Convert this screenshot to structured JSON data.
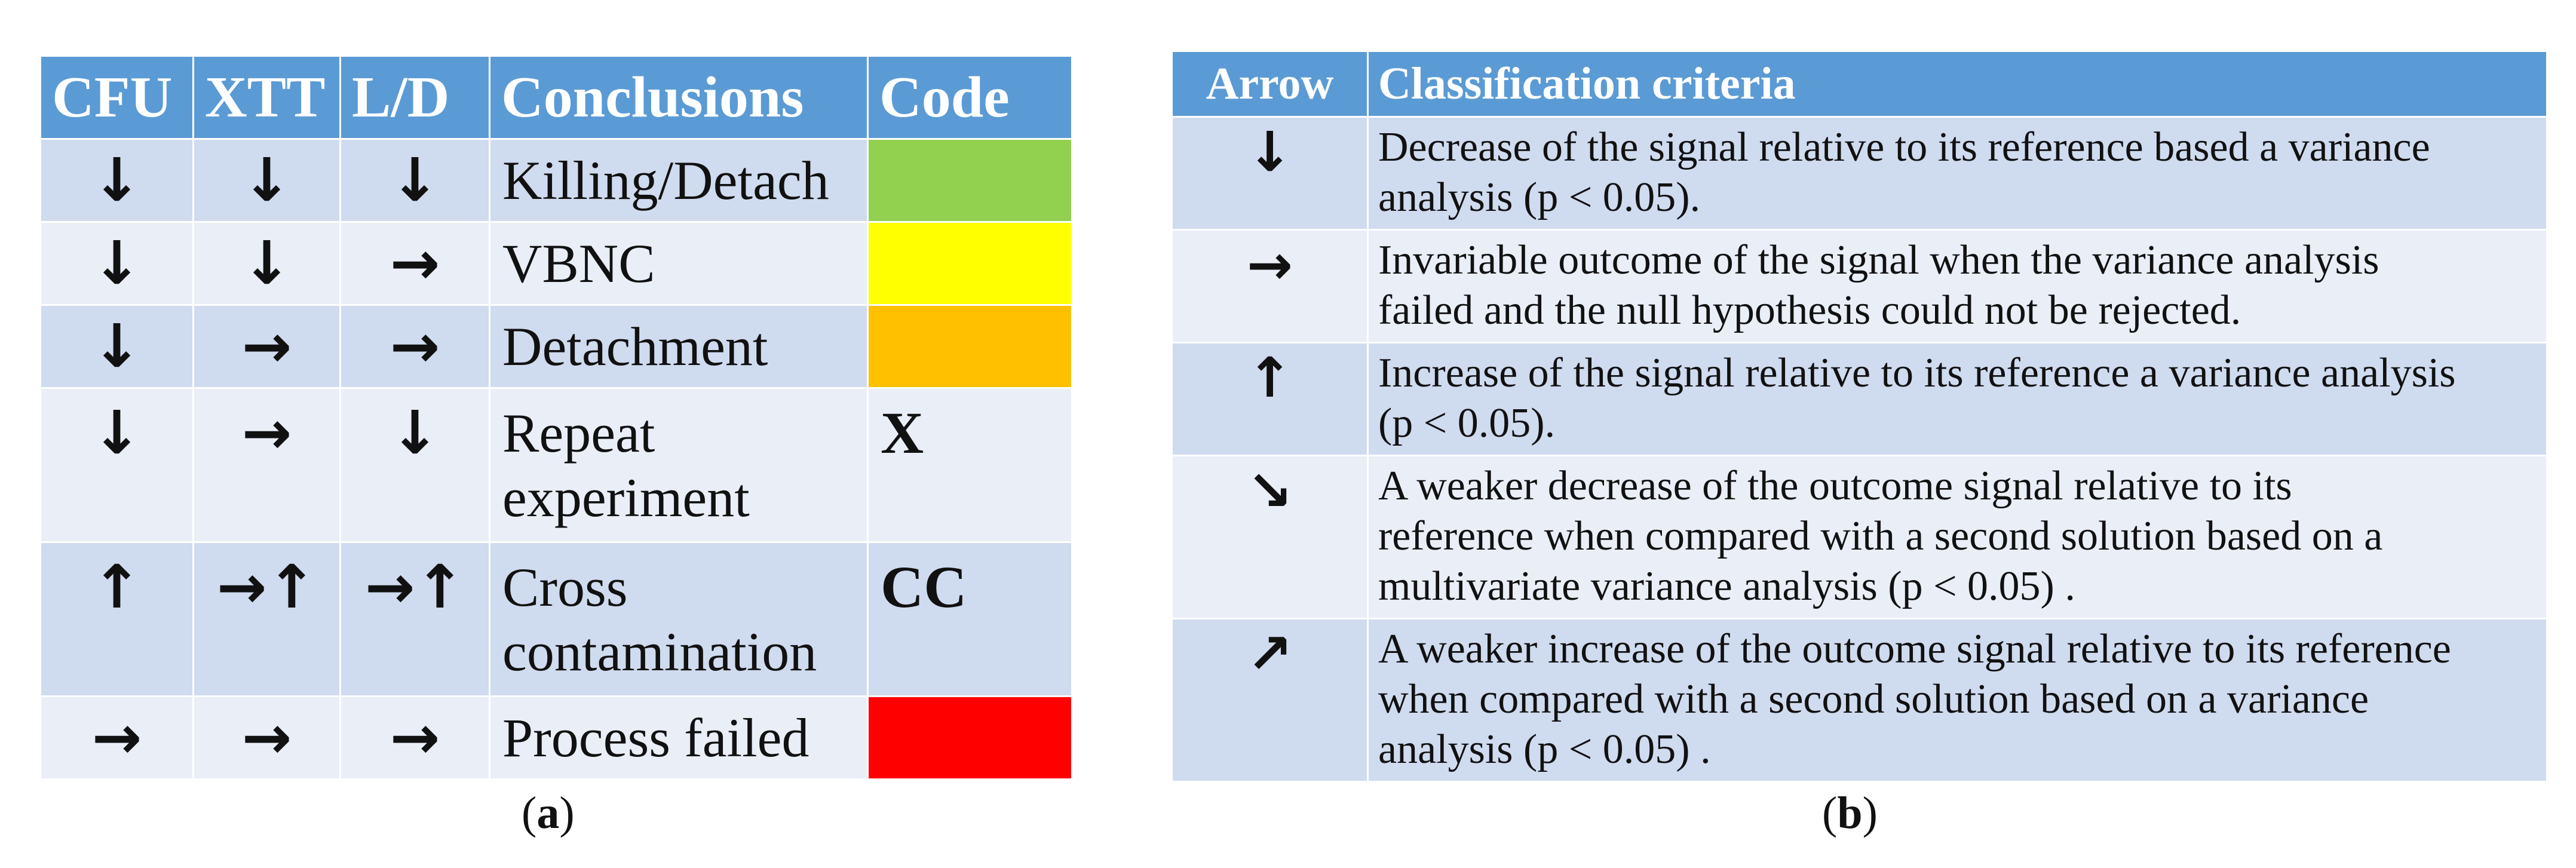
{
  "table_a": {
    "headers": [
      "CFU",
      "XTT",
      "L/D",
      "Conclusions",
      "Code"
    ],
    "rows": [
      {
        "cfu": "↓",
        "xtt": "↓",
        "ld": "↓",
        "conclusion": "Killing/Detach",
        "code": "",
        "code_color": "#92d050"
      },
      {
        "cfu": "↓",
        "xtt": "↓",
        "ld": "→",
        "conclusion": "VBNC",
        "code": "",
        "code_color": "#ffff00"
      },
      {
        "cfu": "↓",
        "xtt": "→",
        "ld": "→",
        "conclusion": "Detachment",
        "code": "",
        "code_color": "#ffc000"
      },
      {
        "cfu": "↓",
        "xtt": "→",
        "ld": "↓",
        "conclusion_line1": "Repeat",
        "conclusion_line2": "experiment",
        "code": "X"
      },
      {
        "cfu": "↑",
        "xtt": "→↑",
        "ld": "→↑",
        "conclusion_line1": "Cross",
        "conclusion_line2": "contamination",
        "code": "CC"
      },
      {
        "cfu": "→",
        "xtt": "→",
        "ld": "→",
        "conclusion": "Process failed",
        "code": "",
        "code_color": "#ff0000"
      }
    ]
  },
  "table_b": {
    "headers": [
      "Arrow",
      "Classification criteria"
    ],
    "rows": [
      {
        "arrow": "↓",
        "criteria_l1": "Decrease of the signal relative to its reference based a variance",
        "criteria_l2": "analysis (p < 0.05)."
      },
      {
        "arrow": "→",
        "criteria_l1": "Invariable outcome of the signal when the variance analysis",
        "criteria_l2": "failed and the null hypothesis could not be rejected."
      },
      {
        "arrow": "↑",
        "criteria_l1": "Increase of the signal relative to its reference a variance analysis",
        "criteria_l2": "(p < 0.05)."
      },
      {
        "arrow": "↘",
        "criteria_l1": "A weaker decrease of the outcome signal relative to its",
        "criteria_l2": "reference when compared with a second solution based on a",
        "criteria_l3": "multivariate variance analysis (p < 0.05) ."
      },
      {
        "arrow": "↗",
        "criteria_l1": "A weaker increase of the outcome signal relative to its reference",
        "criteria_l2": "when compared with a second solution based on a variance",
        "criteria_l3": "analysis (p < 0.05) ."
      }
    ]
  },
  "captions": {
    "a": {
      "open": "(",
      "letter": "a",
      "close": ")"
    },
    "b": {
      "open": "(",
      "letter": "b",
      "close": ")"
    }
  },
  "colors": {
    "header": "#5b9bd5",
    "row_dark": "#cfdbef",
    "row_light": "#e9eef7"
  }
}
